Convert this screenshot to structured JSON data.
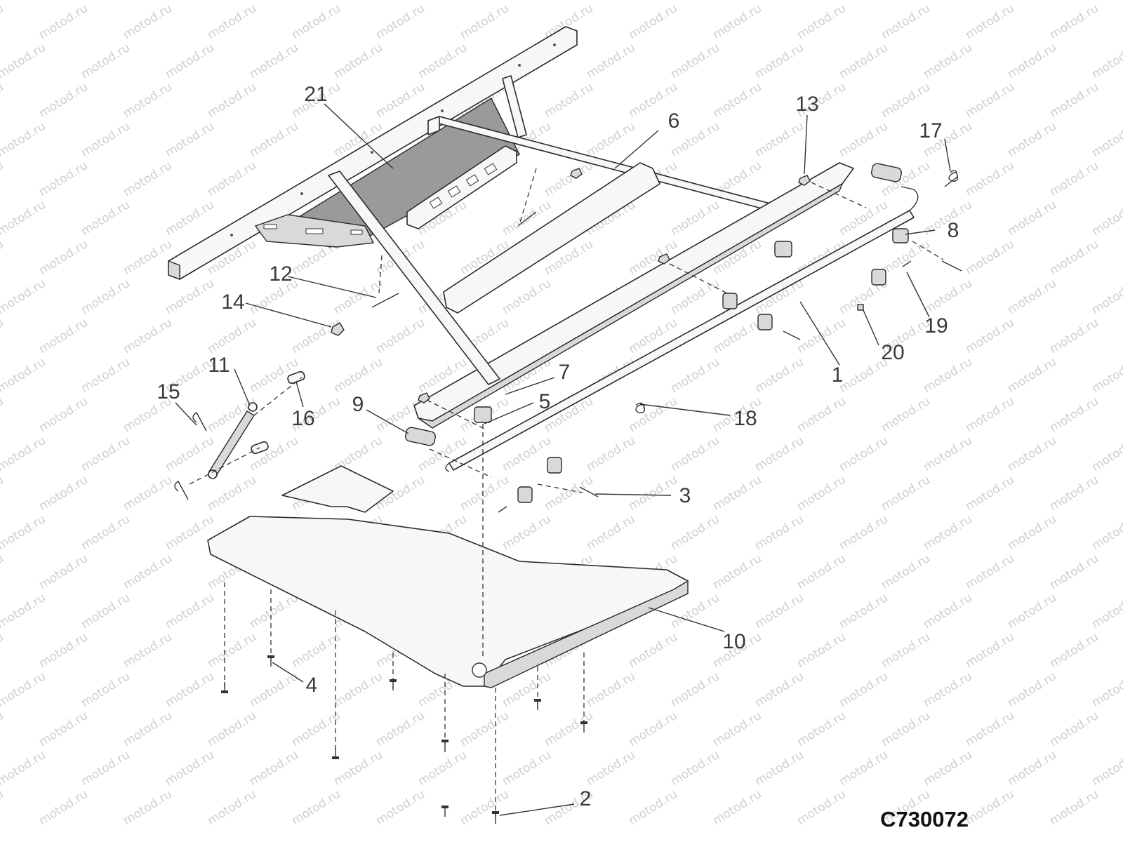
{
  "drawing_code": "C730072",
  "watermark_text": "motod.ru",
  "callouts": [
    "1",
    "2",
    "3",
    "4",
    "5",
    "6",
    "7",
    "8",
    "9",
    "10",
    "11",
    "12",
    "13",
    "14",
    "15",
    "16",
    "17",
    "18",
    "19",
    "20",
    "21"
  ],
  "colors": {
    "line": "#2a2a2a",
    "panel_dark": "#9a9a9a",
    "watermark": "#cfcfcf"
  }
}
